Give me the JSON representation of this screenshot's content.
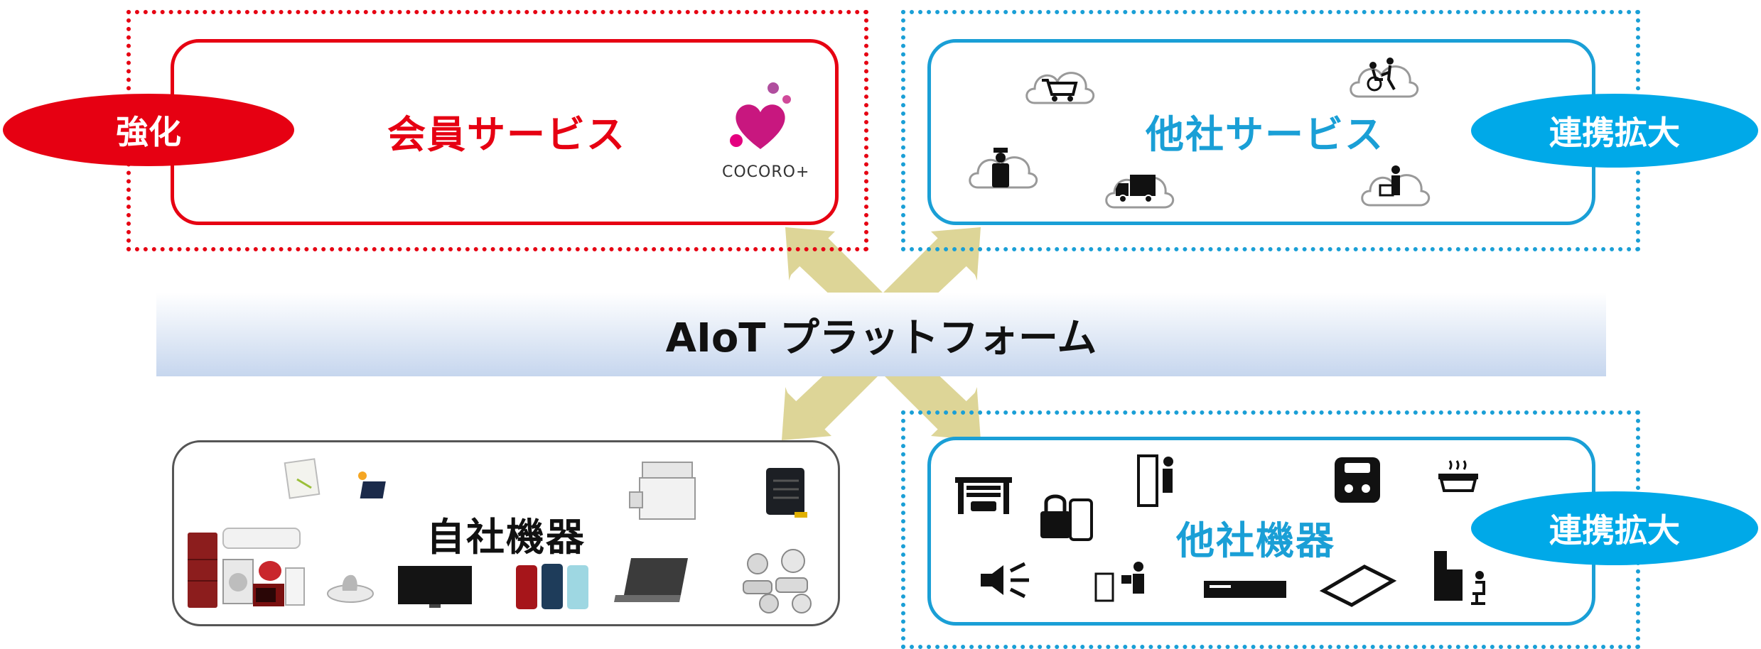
{
  "member_services": {
    "title": "会員サービス",
    "badge": "強化",
    "logo_text": "COCORO+"
  },
  "partner_services": {
    "title": "他社サービス",
    "badge": "連携拡大"
  },
  "platform": {
    "label": "AIoT プラットフォーム"
  },
  "own_devices": {
    "title": "自社機器"
  },
  "partner_devices": {
    "title": "他社機器",
    "badge": "連携拡大"
  },
  "colors": {
    "red": "#e60012",
    "blue": "#1a9fd6",
    "badge_blue": "#00a9e8",
    "arrow": "#ddd597",
    "band": "#c6d6ee"
  }
}
